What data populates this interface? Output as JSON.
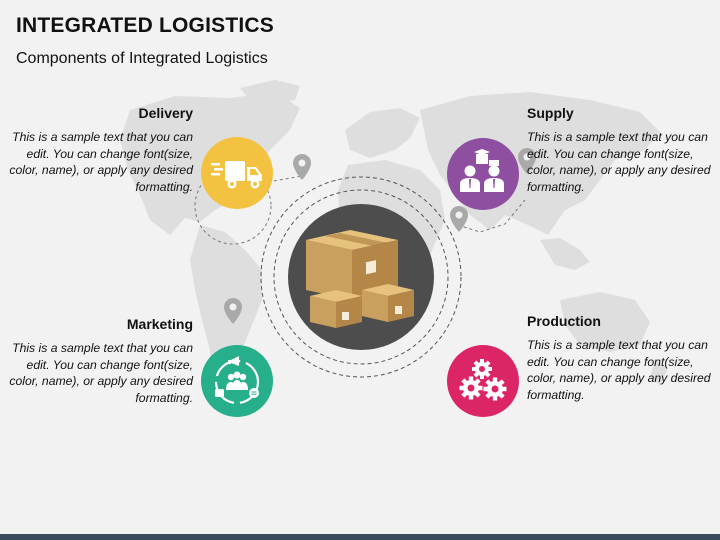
{
  "title": "INTEGRATED LOGISTICS",
  "subtitle": "Components of Integrated Logistics",
  "components": [
    {
      "name": "Delivery",
      "text": "This is a sample text that you can edit. You can change font(size, color, name), or apply any desired formatting.",
      "color": "#f3c240",
      "icon": "delivery-truck-icon"
    },
    {
      "name": "Supply",
      "text": "This is a sample text that you can edit. You can change font(size, color, name), or apply any desired formatting.",
      "color": "#8f4fa0",
      "icon": "supply-people-boxes-icon"
    },
    {
      "name": "Marketing",
      "text": "This is a sample text that you can edit. You can change font(size, color, name), or apply any desired formatting.",
      "color": "#27ae8a",
      "icon": "marketing-megaphone-people-icon"
    },
    {
      "name": "Production",
      "text": "This is a sample text that you can edit. You can change font(size, color, name), or apply any desired formatting.",
      "color": "#dc2567",
      "icon": "production-gears-icon"
    }
  ],
  "center": {
    "icon": "cardboard-boxes-icon",
    "color": "#4d4d4d"
  },
  "colors": {
    "map": "#dedede",
    "pin": "#a9a9a9",
    "dashed": "#555555",
    "bottom_bar": "#3b4a5c"
  }
}
